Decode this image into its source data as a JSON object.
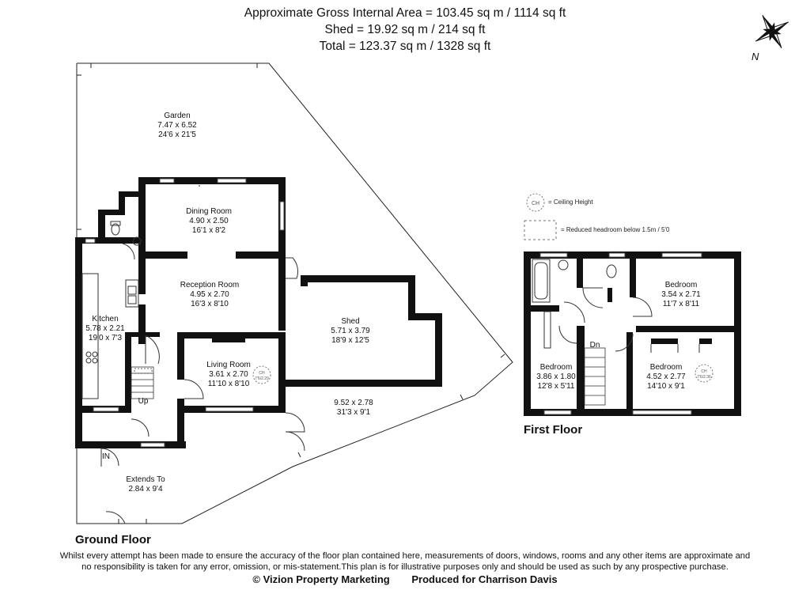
{
  "header": {
    "line1": "Approximate Gross Internal Area = 103.45 sq m / 1114 sq ft",
    "line2": "Shed = 19.92 sq m / 214 sq ft",
    "line3": "Total = 123.37 sq m / 1328 sq ft"
  },
  "compass": {
    "label": "N",
    "icon": "compass-rose-icon"
  },
  "ground_floor": {
    "label": "Ground Floor",
    "rooms": {
      "garden": {
        "name": "Garden",
        "metric": "7.47 x 6.52",
        "imperial": "24'6 x 21'5"
      },
      "dining": {
        "name": "Dining Room",
        "metric": "4.90 x 2.50",
        "imperial": "16'1 x 8'2"
      },
      "reception": {
        "name": "Reception Room",
        "metric": "4.95 x 2.70",
        "imperial": "16'3 x 8'10"
      },
      "kitchen": {
        "name": "Kitchen",
        "metric": "5.78 x 2.21",
        "imperial": "19'0 x 7'3"
      },
      "living": {
        "name": "Living Room",
        "metric": "3.61 x 2.70",
        "imperial": "11'10 x 8'10"
      },
      "shed": {
        "name": "Shed",
        "metric": "5.71 x 3.79",
        "imperial": "18'9 x 12'5"
      },
      "side": {
        "metric": "9.52 x 2.78",
        "imperial": "31'3 x 9'1"
      },
      "extends": {
        "name": "Extends To",
        "metric": "2.84 x 9'4"
      }
    },
    "up": "Up",
    "in": "IN",
    "living_ch": {
      "code": "CH",
      "value": "7'6/2.29"
    }
  },
  "first_floor": {
    "label": "First Floor",
    "rooms": {
      "bed1": {
        "name": "Bedroom",
        "metric": "3.54 x 2.71",
        "imperial": "11'7 x 8'11"
      },
      "bed2": {
        "name": "Bedroom",
        "metric": "3.86 x 1.80",
        "imperial": "12'8 x 5'11"
      },
      "bed3": {
        "name": "Bedroom",
        "metric": "4.52 x 2.77",
        "imperial": "14'10 x 9'1"
      }
    },
    "dn": "Dn",
    "bed3_ch": {
      "code": "CH",
      "value": "7'6/2.36"
    }
  },
  "legend": {
    "ch_code": "CH",
    "ch_text": "= Ceiling Height",
    "reduced_text": "= Reduced headroom below 1.5m / 5'0"
  },
  "disclaimer": {
    "line1": "Whilst every attempt has been made to ensure the accuracy of the floor plan contained here, measurements of doors, windows, rooms and any other items are approximate and",
    "line2": "no responsibility is taken for any error, omission, or mis-statement.This plan is for illustrative purposes only and should be used as such by any prospective purchase."
  },
  "footer": {
    "copyright": "© Vizion Property Marketing",
    "produced": "Produced for Charrison Davis"
  }
}
